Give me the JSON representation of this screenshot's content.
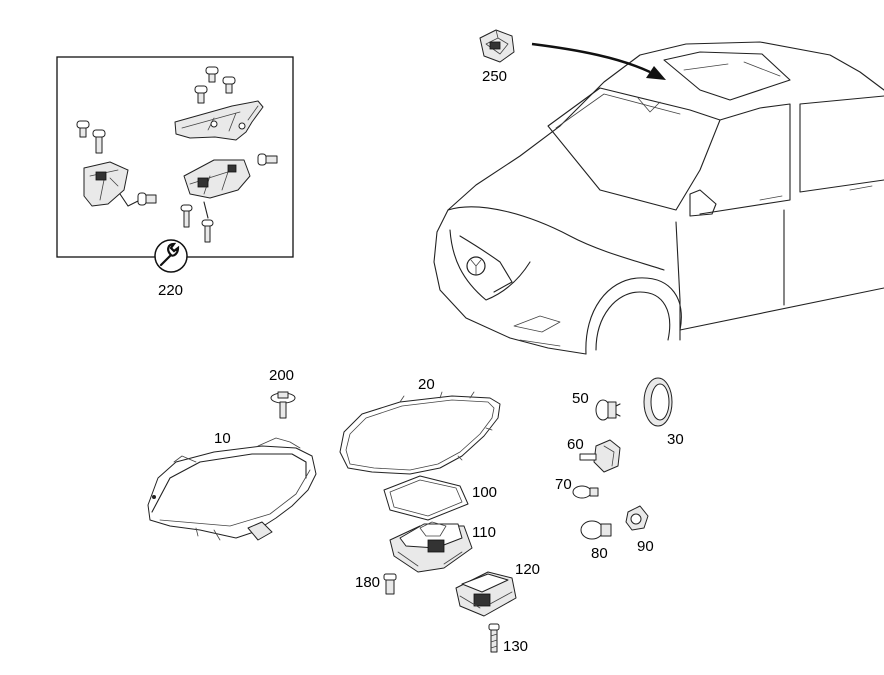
{
  "parts": [
    {
      "id": "p10",
      "label": "10"
    },
    {
      "id": "p20",
      "label": "20"
    },
    {
      "id": "p30",
      "label": "30"
    },
    {
      "id": "p50",
      "label": "50"
    },
    {
      "id": "p60",
      "label": "60"
    },
    {
      "id": "p70",
      "label": "70"
    },
    {
      "id": "p80",
      "label": "80"
    },
    {
      "id": "p90",
      "label": "90"
    },
    {
      "id": "p100",
      "label": "100"
    },
    {
      "id": "p110",
      "label": "110"
    },
    {
      "id": "p120",
      "label": "120"
    },
    {
      "id": "p130",
      "label": "130"
    },
    {
      "id": "p180",
      "label": "180"
    },
    {
      "id": "p200",
      "label": "200"
    },
    {
      "id": "p220",
      "label": "220"
    },
    {
      "id": "p250",
      "label": "250"
    }
  ],
  "icons": {
    "repair_kit": "wrench-icon"
  }
}
